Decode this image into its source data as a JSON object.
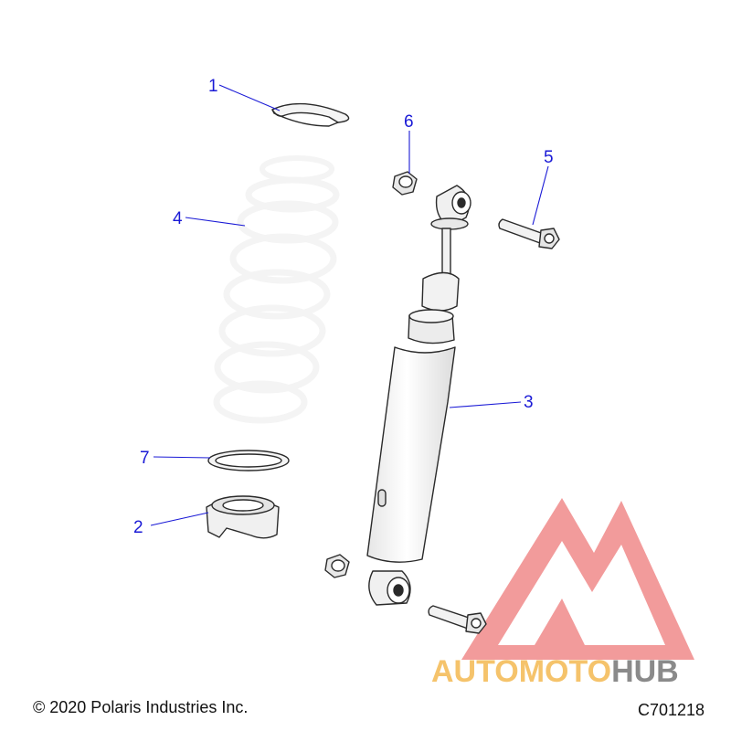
{
  "callouts": [
    "1",
    "2",
    "3",
    "4",
    "5",
    "6",
    "7"
  ],
  "footer": {
    "copyright": "© 2020 Polaris Industries Inc.",
    "drawing_number": "C701218"
  },
  "watermark": {
    "text": "AUTOMOTOHUB",
    "colors": {
      "logo": "#f08a8a",
      "auto_moto": "#f5c36b",
      "hub": "#8a8a8a"
    }
  },
  "colors": {
    "callout": "#1a1ad6",
    "part_fill": "#f4f4f4",
    "outline": "#2a2a2a"
  }
}
